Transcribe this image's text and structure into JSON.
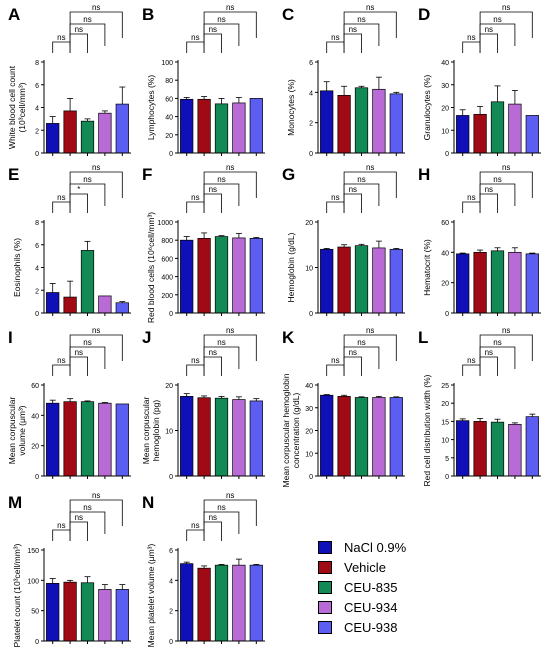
{
  "colors": {
    "NaCl 0.9%": "#1010b8",
    "Vehicle": "#a00a14",
    "CEU-835": "#138a55",
    "CEU-934": "#b86ad6",
    "CEU-938": "#5b5ef0"
  },
  "legend": {
    "items": [
      {
        "label": "NaCl 0.9%",
        "color_key": "NaCl 0.9%"
      },
      {
        "label": "Vehicle",
        "color_key": "Vehicle"
      },
      {
        "label": "CEU-835",
        "color_key": "CEU-835"
      },
      {
        "label": "CEU-934",
        "color_key": "CEU-934"
      },
      {
        "label": "CEU-938",
        "color_key": "CEU-938"
      }
    ]
  },
  "chart_data": [
    {
      "panel": "A",
      "type": "bar",
      "ylabel": "White blood cell count\n(10³cell/mm³)",
      "categories": [
        "NaCl 0.9%",
        "Vehicle",
        "CEU-835",
        "CEU-934",
        "CEU-938"
      ],
      "values": [
        2.6,
        3.7,
        2.8,
        3.5,
        4.3
      ],
      "errors": [
        0.6,
        1.1,
        0.2,
        0.2,
        1.5
      ],
      "ylim": [
        0,
        8
      ],
      "yticks": [
        0,
        2,
        4,
        6,
        8
      ],
      "annotations": [
        {
          "from": 0,
          "to": 1,
          "label": "ns"
        },
        {
          "from": 1,
          "to": 2,
          "label": "ns"
        },
        {
          "from": 1,
          "to": 3,
          "label": "ns"
        },
        {
          "from": 1,
          "to": 4,
          "label": "ns"
        }
      ]
    },
    {
      "panel": "B",
      "type": "bar",
      "ylabel": "Lymphocytes (%)",
      "categories": [
        "NaCl 0.9%",
        "Vehicle",
        "CEU-835",
        "CEU-934",
        "CEU-938"
      ],
      "values": [
        59,
        59,
        54,
        55,
        60
      ],
      "errors": [
        2,
        3,
        6,
        6,
        0
      ],
      "ylim": [
        0,
        100
      ],
      "yticks": [
        0,
        20,
        40,
        60,
        80,
        100
      ],
      "annotations": [
        {
          "from": 0,
          "to": 1,
          "label": "ns"
        },
        {
          "from": 1,
          "to": 2,
          "label": "ns"
        },
        {
          "from": 1,
          "to": 3,
          "label": "ns"
        },
        {
          "from": 1,
          "to": 4,
          "label": "ns"
        }
      ]
    },
    {
      "panel": "C",
      "type": "bar",
      "ylabel": "Monocytes (%)",
      "categories": [
        "NaCl 0.9%",
        "Vehicle",
        "CEU-835",
        "CEU-934",
        "CEU-938"
      ],
      "values": [
        4.1,
        3.8,
        4.3,
        4.2,
        3.9
      ],
      "errors": [
        0.6,
        0.6,
        0.1,
        0.8,
        0.1
      ],
      "ylim": [
        0,
        6
      ],
      "yticks": [
        0,
        2,
        4,
        6
      ],
      "annotations": [
        {
          "from": 0,
          "to": 1,
          "label": "ns"
        },
        {
          "from": 1,
          "to": 2,
          "label": "ns"
        },
        {
          "from": 1,
          "to": 3,
          "label": "ns"
        },
        {
          "from": 1,
          "to": 4,
          "label": "ns"
        }
      ]
    },
    {
      "panel": "D",
      "type": "bar",
      "ylabel": "Granulocytes (%)",
      "categories": [
        "NaCl 0.9%",
        "Vehicle",
        "CEU-835",
        "CEU-934",
        "CEU-938"
      ],
      "values": [
        16.5,
        17,
        22.5,
        21.5,
        16.5
      ],
      "errors": [
        2.5,
        3.5,
        7,
        6,
        0
      ],
      "ylim": [
        0,
        40
      ],
      "yticks": [
        0,
        10,
        20,
        30,
        40
      ],
      "annotations": [
        {
          "from": 0,
          "to": 1,
          "label": "ns"
        },
        {
          "from": 1,
          "to": 2,
          "label": "ns"
        },
        {
          "from": 1,
          "to": 3,
          "label": "ns"
        },
        {
          "from": 1,
          "to": 4,
          "label": "ns"
        }
      ]
    },
    {
      "panel": "E",
      "type": "bar",
      "ylabel": "Eosinophils (%)",
      "categories": [
        "NaCl 0.9%",
        "Vehicle",
        "CEU-835",
        "CEU-934",
        "CEU-938"
      ],
      "values": [
        1.8,
        1.4,
        5.5,
        1.5,
        0.9
      ],
      "errors": [
        0.8,
        1.4,
        0.8,
        0,
        0.1
      ],
      "ylim": [
        0,
        8
      ],
      "yticks": [
        0,
        2,
        4,
        6,
        8
      ],
      "annotations": [
        {
          "from": 0,
          "to": 1,
          "label": "ns"
        },
        {
          "from": 1,
          "to": 2,
          "label": "*"
        },
        {
          "from": 1,
          "to": 3,
          "label": "ns"
        },
        {
          "from": 1,
          "to": 4,
          "label": "ns"
        }
      ]
    },
    {
      "panel": "F",
      "type": "bar",
      "ylabel": "Red blood cells (10⁶cell/mm³)",
      "categories": [
        "NaCl 0.9%",
        "Vehicle",
        "CEU-835",
        "CEU-934",
        "CEU-938"
      ],
      "values": [
        800,
        820,
        840,
        825,
        820
      ],
      "errors": [
        40,
        60,
        10,
        50,
        10
      ],
      "ylim": [
        0,
        1000
      ],
      "yticks": [
        0,
        200,
        400,
        600,
        800,
        1000
      ],
      "annotations": [
        {
          "from": 0,
          "to": 1,
          "label": "ns"
        },
        {
          "from": 1,
          "to": 2,
          "label": "ns"
        },
        {
          "from": 1,
          "to": 3,
          "label": "ns"
        },
        {
          "from": 1,
          "to": 4,
          "label": "ns"
        }
      ]
    },
    {
      "panel": "G",
      "type": "bar",
      "ylabel": "Hemoglobin (g/dL)",
      "categories": [
        "NaCl 0.9%",
        "Vehicle",
        "CEU-835",
        "CEU-934",
        "CEU-938"
      ],
      "values": [
        14,
        14.5,
        14.8,
        14.3,
        14
      ],
      "errors": [
        0.2,
        0.5,
        0.3,
        1.5,
        0.2
      ],
      "ylim": [
        0,
        20
      ],
      "yticks": [
        0,
        10,
        20
      ],
      "annotations": [
        {
          "from": 0,
          "to": 1,
          "label": "ns"
        },
        {
          "from": 1,
          "to": 2,
          "label": "ns"
        },
        {
          "from": 1,
          "to": 3,
          "label": "ns"
        },
        {
          "from": 1,
          "to": 4,
          "label": "ns"
        }
      ]
    },
    {
      "panel": "H",
      "type": "bar",
      "ylabel": "Hematocrit (%)",
      "categories": [
        "NaCl 0.9%",
        "Vehicle",
        "CEU-835",
        "CEU-934",
        "CEU-938"
      ],
      "values": [
        39,
        40,
        41,
        40,
        39
      ],
      "errors": [
        0.5,
        1.5,
        2,
        3,
        0.5
      ],
      "ylim": [
        0,
        60
      ],
      "yticks": [
        0,
        20,
        40,
        60
      ],
      "annotations": [
        {
          "from": 0,
          "to": 1,
          "label": "ns"
        },
        {
          "from": 1,
          "to": 2,
          "label": "ns"
        },
        {
          "from": 1,
          "to": 3,
          "label": "ns"
        },
        {
          "from": 1,
          "to": 4,
          "label": "ns"
        }
      ]
    },
    {
      "panel": "I",
      "type": "bar",
      "ylabel": "Mean corpuscular\nvolume (μm³)",
      "categories": [
        "NaCl 0.9%",
        "Vehicle",
        "CEU-835",
        "CEU-934",
        "CEU-938"
      ],
      "values": [
        48,
        49,
        49,
        48,
        47.5
      ],
      "errors": [
        2,
        2,
        0.5,
        0.5,
        0
      ],
      "ylim": [
        0,
        60
      ],
      "yticks": [
        0,
        20,
        40,
        60
      ],
      "annotations": [
        {
          "from": 0,
          "to": 1,
          "label": "ns"
        },
        {
          "from": 1,
          "to": 2,
          "label": "ns"
        },
        {
          "from": 1,
          "to": 3,
          "label": "ns"
        },
        {
          "from": 1,
          "to": 4,
          "label": "ns"
        }
      ]
    },
    {
      "panel": "J",
      "type": "bar",
      "ylabel": "Mean corpuscular\nhemoglobin (pg)",
      "categories": [
        "NaCl 0.9%",
        "Vehicle",
        "CEU-835",
        "CEU-934",
        "CEU-938"
      ],
      "values": [
        17.5,
        17.2,
        17.1,
        16.8,
        16.5
      ],
      "errors": [
        0.6,
        0.4,
        0.4,
        0.6,
        0.5
      ],
      "ylim": [
        0,
        20
      ],
      "yticks": [
        0,
        10,
        20
      ],
      "annotations": [
        {
          "from": 0,
          "to": 1,
          "label": "ns"
        },
        {
          "from": 1,
          "to": 2,
          "label": "ns"
        },
        {
          "from": 1,
          "to": 3,
          "label": "ns"
        },
        {
          "from": 1,
          "to": 4,
          "label": "ns"
        }
      ]
    },
    {
      "panel": "K",
      "type": "bar",
      "ylabel": "Mean corpuscular hemoglobin\nconcentration (g/dL)",
      "categories": [
        "NaCl 0.9%",
        "Vehicle",
        "CEU-835",
        "CEU-934",
        "CEU-938"
      ],
      "values": [
        35.5,
        35,
        34.5,
        34.5,
        34.5
      ],
      "errors": [
        0.3,
        0.5,
        0.3,
        0.5,
        0.3
      ],
      "ylim": [
        0,
        40
      ],
      "yticks": [
        0,
        10,
        20,
        30,
        40
      ],
      "annotations": [
        {
          "from": 0,
          "to": 1,
          "label": "ns"
        },
        {
          "from": 1,
          "to": 2,
          "label": "ns"
        },
        {
          "from": 1,
          "to": 3,
          "label": "ns"
        },
        {
          "from": 1,
          "to": 4,
          "label": "ns"
        }
      ]
    },
    {
      "panel": "L",
      "type": "bar",
      "ylabel": "Red cell distribution width (%)",
      "categories": [
        "NaCl 0.9%",
        "Vehicle",
        "CEU-835",
        "CEU-934",
        "CEU-938"
      ],
      "values": [
        15.2,
        15,
        14.8,
        14.2,
        16.3
      ],
      "errors": [
        0.5,
        0.8,
        0.8,
        0.4,
        0.7
      ],
      "ylim": [
        0,
        25
      ],
      "yticks": [
        0,
        5,
        10,
        15,
        20,
        25
      ],
      "annotations": [
        {
          "from": 0,
          "to": 1,
          "label": "ns"
        },
        {
          "from": 1,
          "to": 2,
          "label": "ns"
        },
        {
          "from": 1,
          "to": 3,
          "label": "ns"
        },
        {
          "from": 1,
          "to": 4,
          "label": "ns"
        }
      ]
    },
    {
      "panel": "M",
      "type": "bar",
      "ylabel": "Platelet count (10³cell/mm³)",
      "categories": [
        "NaCl 0.9%",
        "Vehicle",
        "CEU-835",
        "CEU-934",
        "CEU-938"
      ],
      "values": [
        95,
        97,
        96,
        85,
        85
      ],
      "errors": [
        8,
        3,
        10,
        8,
        8
      ],
      "ylim": [
        0,
        150
      ],
      "yticks": [
        0,
        50,
        100,
        150
      ],
      "annotations": [
        {
          "from": 0,
          "to": 1,
          "label": "ns"
        },
        {
          "from": 1,
          "to": 2,
          "label": "ns"
        },
        {
          "from": 1,
          "to": 3,
          "label": "ns"
        },
        {
          "from": 1,
          "to": 4,
          "label": "ns"
        }
      ]
    },
    {
      "panel": "N",
      "type": "bar",
      "ylabel": "Mean platelet volume (μm³)",
      "categories": [
        "NaCl 0.9%",
        "Vehicle",
        "CEU-835",
        "CEU-934",
        "CEU-938"
      ],
      "values": [
        5.1,
        4.8,
        5.0,
        5.0,
        5.0
      ],
      "errors": [
        0.1,
        0.15,
        0.05,
        0.4,
        0.05
      ],
      "ylim": [
        0,
        6
      ],
      "yticks": [
        0,
        2,
        4,
        6
      ],
      "annotations": [
        {
          "from": 0,
          "to": 1,
          "label": "ns"
        },
        {
          "from": 1,
          "to": 2,
          "label": "ns"
        },
        {
          "from": 1,
          "to": 3,
          "label": "ns"
        },
        {
          "from": 1,
          "to": 4,
          "label": "ns"
        }
      ]
    }
  ]
}
